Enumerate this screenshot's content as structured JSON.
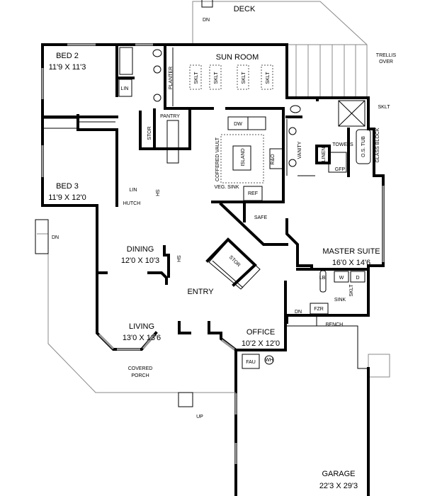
{
  "rooms": {
    "bed2": {
      "name": "BED 2",
      "size": "11'9 X 11'3"
    },
    "bed3": {
      "name": "BED 3",
      "size": "11'9 X 12'0"
    },
    "dining": {
      "name": "DINING",
      "size": "12'0 X 10'3"
    },
    "living": {
      "name": "LIVING",
      "size": "13'0 X 13'6"
    },
    "office": {
      "name": "OFFICE",
      "size": "10'2 X 12'0"
    },
    "master": {
      "name": "MASTER SUITE",
      "size": "16'0 X 14'6"
    },
    "garage": {
      "name": "GARAGE",
      "size": "22'3 X 29'3"
    },
    "entry": {
      "name": "ENTRY"
    },
    "sunroom": {
      "name": "SUN ROOM"
    },
    "deck": {
      "name": "DECK"
    },
    "porch": {
      "line1": "COVERED",
      "line2": "PORCH"
    }
  },
  "notes": {
    "dn_deck": "DN",
    "dn_porch": "DN",
    "dn_laundry": "DN",
    "up": "UP",
    "trellis1": "TRELLIS",
    "trellis2": "OVER",
    "sklt": "SKLT",
    "glass_block": "GLASS BLOCK",
    "os_tub": "O.S. TUB",
    "towels": "TOWELS",
    "linen": "LINEN",
    "gfp": "GFP",
    "vanity": "VANITY",
    "dw": "DW",
    "island": "ISLAND",
    "ro": "R&O",
    "coffered": "COFFERED VAULT",
    "veg_sink": "VEG. SINK",
    "ref": "REF",
    "safe": "SAFE",
    "stor": "STOR",
    "fau": "FAU",
    "wh": "WH",
    "lb": "LB.",
    "w": "W",
    "d": "D",
    "sink": "SINK",
    "fzr": "FZR",
    "bench": "BENCH",
    "planter": "PLANTER",
    "lin": "LIN",
    "pantry": "PANTRY",
    "hutch": "HUTCH",
    "sh": "SH"
  }
}
